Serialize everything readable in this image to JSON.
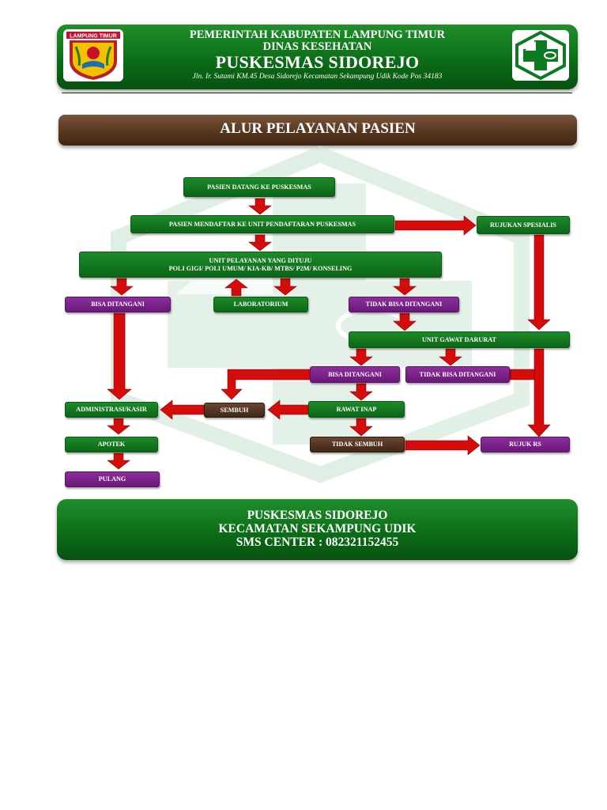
{
  "header": {
    "line1": "PEMERINTAH KABUPATEN LAMPUNG TIMUR",
    "line2": "DINAS KESEHATAN",
    "line3": "PUSKESMAS SIDOREJO",
    "address": "Jln. Ir. Sutami KM.45 Desa Sidorejo Kecamatan Sekampung Udik Kode Pos 34183",
    "left_logo_text": "LAMPUNG TIMUR",
    "left_logo_icon": "lampung-timur-emblem",
    "right_logo_icon": "puskesmas-logo"
  },
  "title": "ALUR PELAYANAN PASIEN",
  "flow": {
    "datang": "PASIEN DATANG KE PUSKESMAS",
    "mendaftar": "PASIEN MENDAFTAR KE UNIT PENDAFTARAN PUSKESMAS",
    "rujukan_spesialis": "RUJUKAN SPESIALIS",
    "unit_line1": "UNIT PELAYANAN YANG DITUJU",
    "unit_line2": "POLI GIGI/ POLI UMUM/ KIA-KB/ MTBS/ P2M/ KONSELING",
    "bisa_ditangani_1": "BISA DITANGANI",
    "laboratorium": "LABORATORIUM",
    "tidak_bisa_1": "TIDAK BISA DITANGANI",
    "ugd": "UNIT GAWAT DARURAT",
    "bisa_ditangani_2": "BISA DITANGANI",
    "tidak_bisa_2": "TIDAK BISA DITANGANI",
    "administrasi": "ADMINISTRASI/KASIR",
    "sembuh": "SEMBUH",
    "rawat_inap": "RAWAT INAP",
    "apotek": "APOTEK",
    "tidak_sembuh": "TIDAK SEMBUH",
    "rujuk_rs": "RUJUK  RS",
    "pulang": "PULANG"
  },
  "footer": {
    "line1": "PUSKESMAS SIDOREJO",
    "line2": "KECAMATAN SEKAMPUNG UDIK",
    "line3": "SMS CENTER : 082321152455"
  },
  "colors": {
    "green": "#0b6a16",
    "purple": "#7a1f8a",
    "brown": "#4f3220",
    "arrow_red": "#d40c0c",
    "watermark": "#d6eadc"
  }
}
